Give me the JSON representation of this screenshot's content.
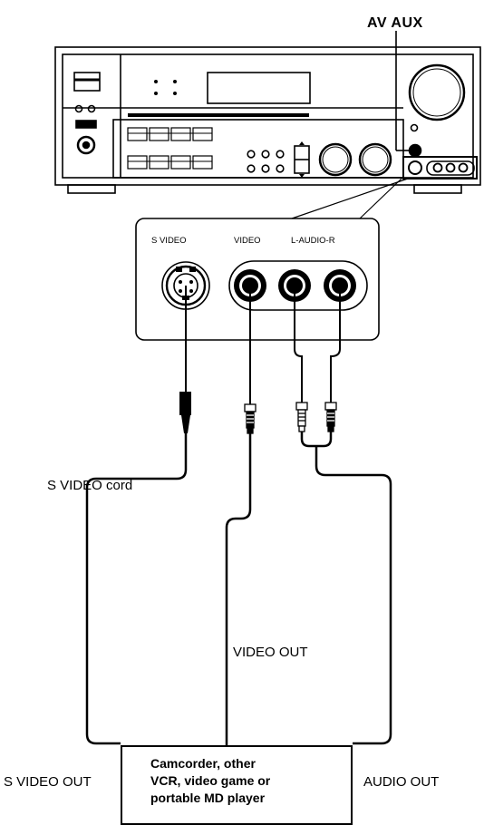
{
  "labels": {
    "av_aux": "AV AUX",
    "s_video": "S VIDEO",
    "video": "VIDEO",
    "l_audio_r": "L-AUDIO-R",
    "s_video_cord": "S VIDEO cord",
    "video_out": "VIDEO OUT",
    "s_video_out": "S VIDEO OUT",
    "audio_out": "AUDIO OUT"
  },
  "device": {
    "lines": [
      "Camcorder, other",
      "VCR, video game or",
      "portable MD player"
    ]
  }
}
